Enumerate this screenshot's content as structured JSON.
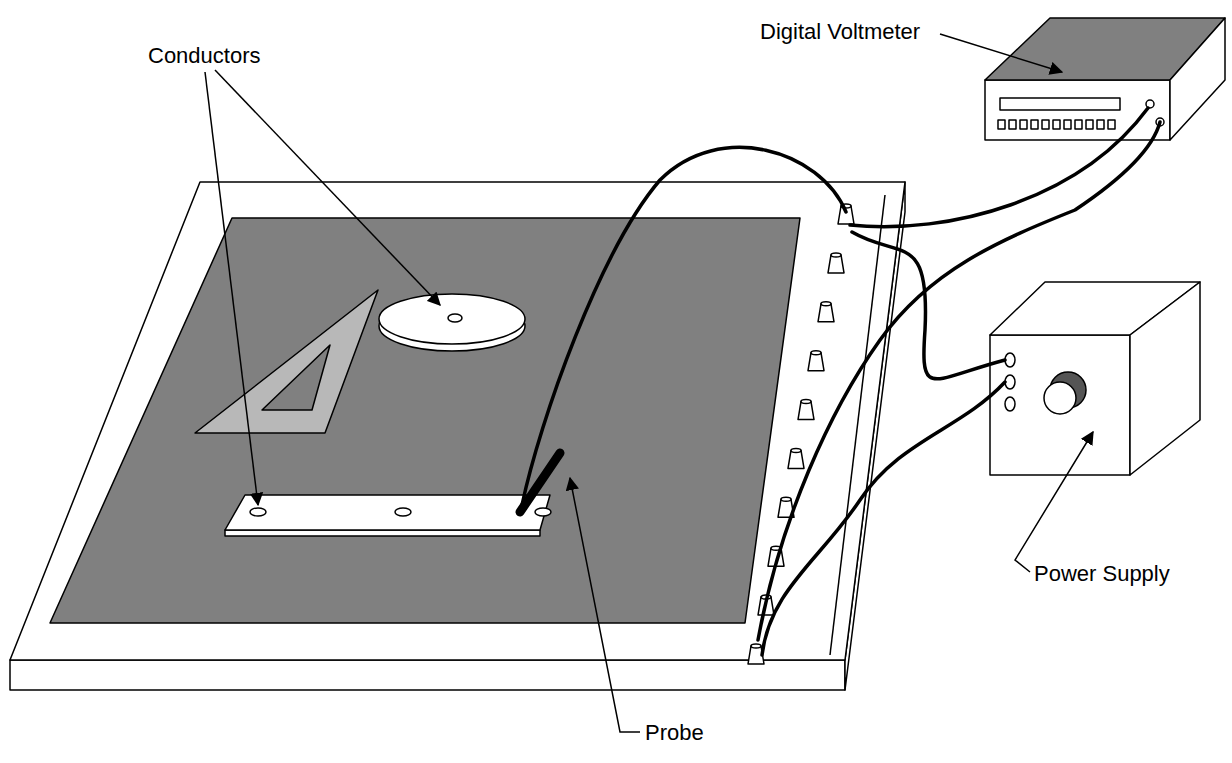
{
  "diagram": {
    "labels": [
      "Digital Voltmeter",
      "Conductors",
      "Power Supply",
      "Probe"
    ]
  }
}
